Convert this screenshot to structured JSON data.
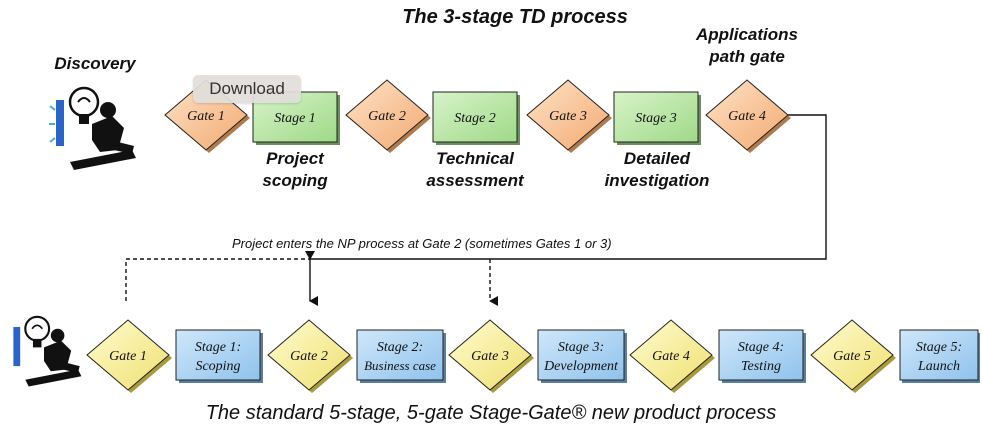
{
  "td": {
    "title": "The 3-stage TD process",
    "discovery": "Discovery",
    "apps_gate": [
      "Applications",
      "path gate"
    ],
    "gates": [
      "Gate 1",
      "Gate 2",
      "Gate 3",
      "Gate 4"
    ],
    "stages": [
      "Stage 1",
      "Stage 2",
      "Stage 3"
    ],
    "stage_captions": [
      [
        "Project",
        "scoping"
      ],
      [
        "Technical",
        "assessment"
      ],
      [
        "Detailed",
        "investigation"
      ]
    ],
    "colors": {
      "gate_fill": "#f8c9a0",
      "stage_fill": "#b8e6a4"
    }
  },
  "connector_note": "Project enters the NP process at Gate 2 (sometimes Gates 1 or 3)",
  "np": {
    "title": "The standard 5-stage, 5-gate Stage-Gate® new product process",
    "gates": [
      "Gate 1",
      "Gate 2",
      "Gate 3",
      "Gate 4",
      "Gate 5"
    ],
    "stages": [
      [
        "Stage 1:",
        "Scoping"
      ],
      [
        "Stage 2:",
        "Business case"
      ],
      [
        "Stage 3:",
        "Development"
      ],
      [
        "Stage 4:",
        "Testing"
      ],
      [
        "Stage 5:",
        "Launch"
      ]
    ],
    "colors": {
      "gate_fill": "#f7ef9a",
      "stage_fill": "#a9d2f2"
    }
  },
  "tooltip": "Download"
}
